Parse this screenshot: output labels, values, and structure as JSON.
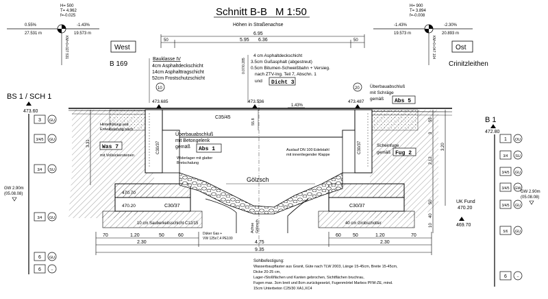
{
  "title": "Schnitt B-B",
  "scale": "M 1:50",
  "subtitle": "Höhen in Straßenachse",
  "sides": {
    "west": "West",
    "east": "Ost",
    "west_place": "B 169",
    "east_place": "Crinitzleithen"
  },
  "curve_left": {
    "params": [
      "H= 500",
      "T= 4.962",
      "f=-0.025"
    ],
    "slope_left": "0.55%",
    "slope_right": "-1.43%",
    "dist_left": "27.531 m",
    "dist_right": "19.573 m",
    "station": "KM=0+027.531"
  },
  "curve_right": {
    "params": [
      "H= 900",
      "T= 3.894",
      "f=-0.008"
    ],
    "slope_left": "-1.43%",
    "slope_right": "-2.30%",
    "dist_left": "19.573 m",
    "dist_right": "20.893 m",
    "station": "KM=0+047.104"
  },
  "dims_top": {
    "total": "6.95",
    "inner_left": "5.95",
    "inner_right": "6.36",
    "left": "50",
    "right": "50"
  },
  "layers_left": {
    "header": "Bauklasse IV",
    "items": [
      "4cm Asphaltdeckschicht",
      "14cm Asphalttragschicht",
      "52cm Frostschutzschicht"
    ],
    "marker": "10"
  },
  "layers_center": {
    "items": [
      "4 cm Asphaltdeckschicht",
      "3.5cm Gußasphalt (abgestreut)",
      "0.5cm Bitumen-Schweißbahn + Versieg.",
      "nach ZTV-Ing. Teil 7, Abschn. 1",
      "und"
    ],
    "badge": "Dicht 3",
    "thickness_mark": "0.07/0.285"
  },
  "right_note": {
    "lines": [
      "Überbauabschluß",
      "mit Schräge",
      "gemäß"
    ],
    "badge": "Abs 5",
    "marker": "20"
  },
  "elevations": {
    "left": "473.685",
    "center": "473.536",
    "right": "473.487",
    "grade": "1.43%",
    "bs1": "473.60",
    "b1": "472.80"
  },
  "deck": {
    "label": "C35/45",
    "depth": "55.8"
  },
  "left_notes": {
    "fill_lines": [
      "Hinterfüllung und",
      "Entwässerung nach"
    ],
    "fill_badge": "Was 7",
    "fill_extra": "mit Vollsickersteinen"
  },
  "joint_note": {
    "lines": [
      "Überbauabschluß",
      "mit Betongelenk",
      "gemäß"
    ],
    "badge": "Abs 1"
  },
  "formwork_note": [
    "Widerlager mit glatter",
    "Bretschalung"
  ],
  "drain_note": [
    "Auslauf DN 100 Edelstahl",
    "mit innenliegender Klappe"
  ],
  "sheinfuge": {
    "lines": [
      "Scheinfuge",
      "gemäß"
    ],
    "badge": "Fug 2"
  },
  "river": "Gölzsch",
  "abutment": {
    "wall_left": "C30/37",
    "wall_right": "C30/37",
    "found_left": "C30/37",
    "found_right": "C30/37",
    "elev_left_top": "470.70",
    "elev_left_bot": "470.20"
  },
  "base_left": "10 cm Sauberkeitsschicht C12/15",
  "base_right": "40 cm Grobschotter",
  "uk_fund": {
    "label": "UK Fund",
    "elev": "470.20",
    "low": "469.70"
  },
  "axis_label": [
    "Achse",
    "Gölzsch"
  ],
  "duct": [
    "Düker Gas +",
    "VW 125x7,4 PE100"
  ],
  "dims_bottom": {
    "left": [
      "70",
      "1.20",
      "50",
      "60"
    ],
    "right": [
      "60",
      "50",
      "1.20",
      "70"
    ],
    "left_total": "2.30",
    "right_total": "2.30",
    "span": "4.75",
    "overall": "9.35"
  },
  "vert_dims_left": "3.31",
  "vert_dims_right": [
    "55",
    "3",
    "2.12",
    "3.20",
    "50",
    "40",
    "10"
  ],
  "bed_note": [
    "Sohlbefestigung:",
    "Wasserbaupflaster aus Granit, Güte nach TLW 2003, Länge 15-45cm, Breite 15-45cm,",
    "Dicke 20-25 cm,",
    "Lager-/Stoßflächen und Kanten gebrochen, Sichtflächen bruchrau,",
    "Fugen max. 3cm breit und 8cm zurückgesetzt, Fugenmörtel Marbos PFM-ZE, mind.",
    "15cm Unterbeton C25/30 XA1,XC4"
  ],
  "bore_left": {
    "title": "BS 1 / SCH 1",
    "gw": [
      "GW 2.90m",
      "(05.08.08)"
    ],
    "layers": [
      {
        "cls": "3",
        "code": "GU"
      },
      {
        "cls": "3/4/5",
        "code": "GU"
      },
      {
        "cls": "3/4",
        "code": "SU"
      },
      {
        "cls": "3/4",
        "code": "GU"
      },
      {
        "cls": "6",
        "code": "GU"
      },
      {
        "cls": "6",
        "code": "−"
      }
    ]
  },
  "bore_right": {
    "title": "B 1",
    "gw": [
      "GW 2.90m",
      "(05.08.08)"
    ],
    "layers": [
      {
        "cls": "1",
        "code": "OU"
      },
      {
        "cls": "3/4",
        "code": "SU"
      },
      {
        "cls": "3/4/5",
        "code": "GU"
      },
      {
        "cls": "3/4/5",
        "code": "GW"
      },
      {
        "cls": "3/4/5",
        "code": "GU"
      },
      {
        "cls": "5/6",
        "code": "GU"
      },
      {
        "cls": "6",
        "code": "−"
      }
    ]
  }
}
